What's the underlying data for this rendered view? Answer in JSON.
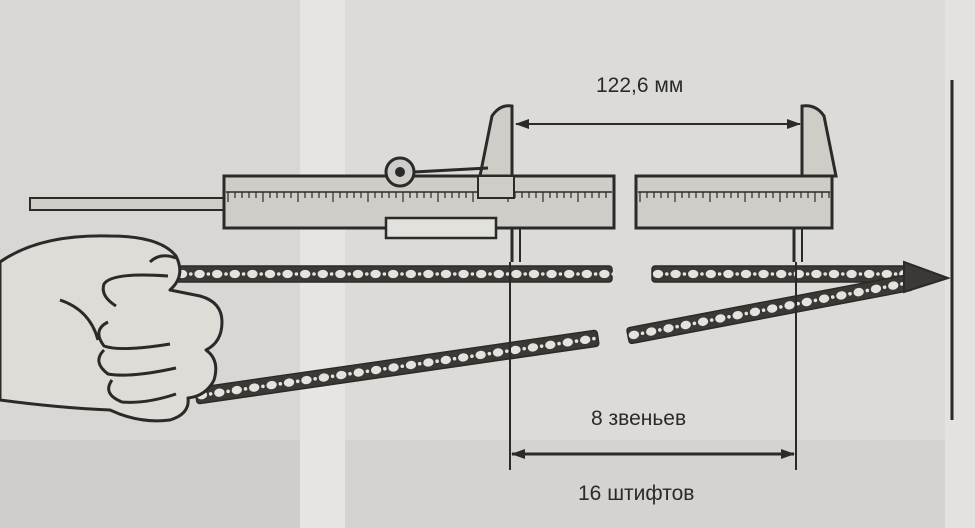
{
  "labels": {
    "measurement": "122,6 мм",
    "links": "8 звеньев",
    "pins": "16 штифтов"
  },
  "colors": {
    "background": "#d9d8d4",
    "line": "#2a2a2a",
    "chain_body": "#3a3936",
    "chain_link": "#e4e3de",
    "caliper_fill": "#cfcdc8"
  },
  "icons": [
    "hand-icon",
    "caliper-icon",
    "chain-icon",
    "wall-hook-icon"
  ]
}
